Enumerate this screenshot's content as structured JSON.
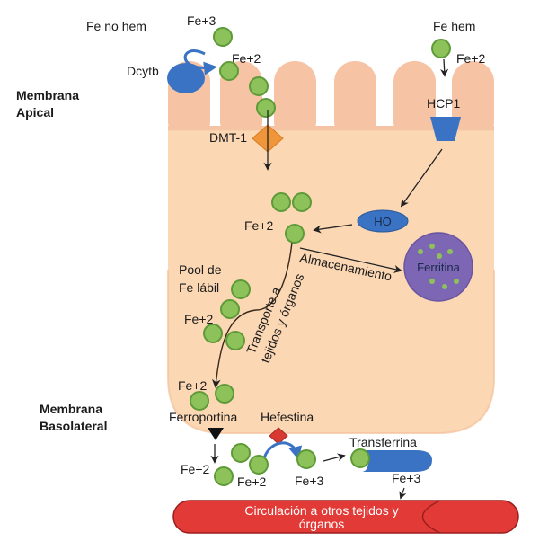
{
  "title": "Absorción intestinal de hierro",
  "colors": {
    "cell_body": "#fbd7b4",
    "microvilli": "#f6c3a4",
    "iron_ball": "#8dc25a",
    "iron_ball_stroke": "#5e9a38",
    "transporter_blue": "#3a73c4",
    "dmt1_orange": "#f0963a",
    "ferritin_purple": "#7d67b4",
    "hephaestin_red": "#d83a32",
    "circulation_red": "#e23a36",
    "ferroportin_black": "#111111"
  },
  "membranes": {
    "apical": [
      "Membrana",
      "Apical"
    ],
    "basolateral": [
      "Membrana",
      "Basolateral"
    ]
  },
  "sources": {
    "non_heme": "Fe no hem",
    "heme": "Fe hem"
  },
  "labels": {
    "fe3_top": "Fe+3",
    "fe2_after_dcytb": "Fe+2",
    "fe2_heme": "Fe+2",
    "dcytb": "Dcytb",
    "dmt1": "DMT-1",
    "hcp1": "HCP1",
    "ho": "HO",
    "fe2_center": "Fe+2",
    "ferritin": "Ferritina",
    "storage": "Almacenamiento",
    "labile_pool": [
      "Pool de",
      "Fe lábil"
    ],
    "fe2_pool": "Fe+2",
    "transport": [
      "Transporte a",
      "tejidos y órganos"
    ],
    "fe2_bottom": "Fe+2",
    "ferroportin": "Ferroportina",
    "hephaestin": "Hefestina",
    "fe2_out1": "Fe+2",
    "fe2_out2": "Fe+2",
    "fe3_out": "Fe+3",
    "transferrin": "Transferrina",
    "fe3_transferrin": "Fe+3",
    "circulation": [
      "Circulación a otros tejidos y",
      "órganos"
    ]
  }
}
